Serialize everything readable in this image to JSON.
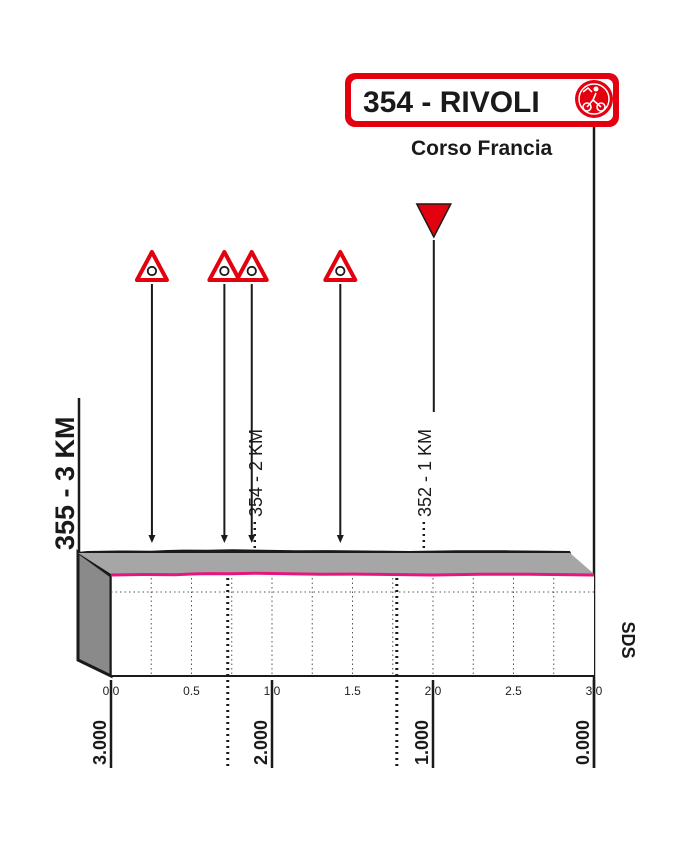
{
  "finish": {
    "title": "354 - RIVOLI",
    "subtitle": "Corso Francia",
    "accent_color": "#e3000f",
    "icon": "cyclist-finish-icon"
  },
  "start_label": "355 - 3 KM",
  "km_markers": [
    {
      "label": "354 - 2 KM"
    },
    {
      "label": "352 - 1 KM"
    }
  ],
  "warning_icon": "roundabout-warning-icon",
  "flag_icon": "red-triangle-1km-icon",
  "sds_label": "SDS",
  "line_color": "#e5177e",
  "chart_data": {
    "type": "area",
    "x_ticks": [
      "0.0",
      "0.5",
      "1.0",
      "1.5",
      "2.0",
      "2.5",
      "3.0"
    ],
    "x_range": [
      0,
      3
    ],
    "distance_to_go_labels": [
      "3.000",
      "2.000",
      "1.000",
      "0.000"
    ],
    "profile": {
      "x": [
        0.0,
        0.2,
        0.4,
        0.5,
        0.6,
        0.75,
        0.9,
        1.0,
        1.3,
        1.5,
        1.8,
        2.0,
        2.3,
        2.6,
        2.8,
        3.0
      ],
      "elevation": [
        0,
        0.5,
        0.3,
        1.0,
        1.4,
        1.2,
        1.8,
        1.5,
        0.8,
        0.9,
        0.4,
        0.0,
        0.8,
        0.7,
        0.4,
        0.0
      ]
    },
    "roundabouts_km": [
      0.13,
      0.58,
      0.75,
      1.3
    ],
    "kilometre_flag_km": 1.8,
    "km_marker_positions_km": [
      0.75,
      1.8
    ],
    "grid": true
  }
}
